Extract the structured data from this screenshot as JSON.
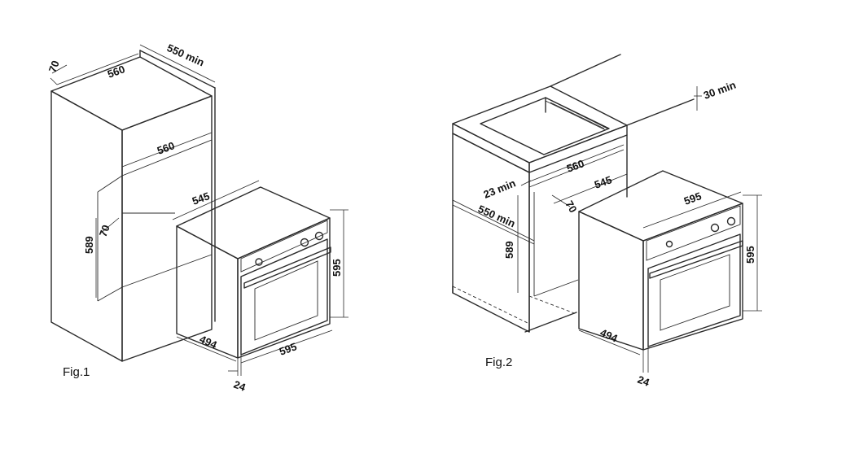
{
  "figures": [
    {
      "id": "fig1",
      "caption": "Fig.1",
      "dimensions": [
        "550 min",
        "560",
        "70",
        "560",
        "545",
        "589",
        "70",
        "595",
        "494",
        "595",
        "24"
      ]
    },
    {
      "id": "fig2",
      "caption": "Fig.2",
      "dimensions": [
        "30 min",
        "23 min",
        "560",
        "545",
        "70",
        "550 min",
        "589",
        "595",
        "595",
        "494",
        "24"
      ]
    }
  ],
  "colors": {
    "line": "#2a2a2a",
    "background": "#ffffff"
  }
}
